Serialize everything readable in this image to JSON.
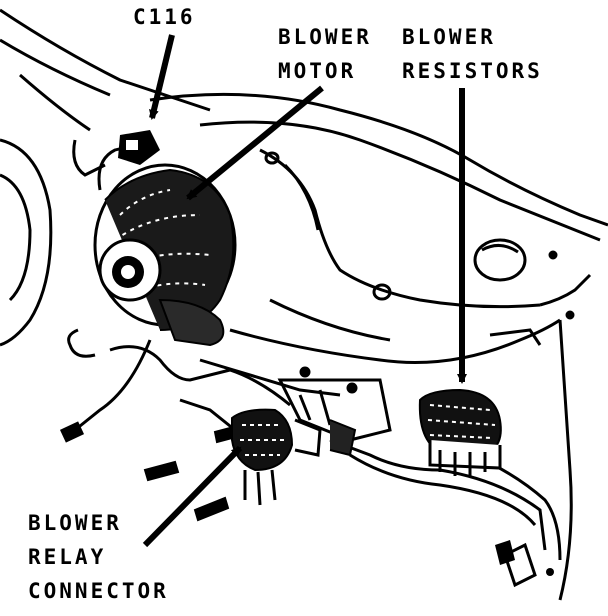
{
  "callouts": {
    "c116": {
      "lines": [
        "C116"
      ]
    },
    "blower_motor": {
      "lines": [
        "BLOWER",
        "MOTOR"
      ]
    },
    "blower_resistors": {
      "lines": [
        "BLOWER",
        "RESISTORS"
      ]
    },
    "blower_relay_connector": {
      "lines": [
        "BLOWER",
        "RELAY",
        "CONNECTOR"
      ]
    }
  },
  "colors": {
    "ink": "#000000",
    "paper": "#ffffff"
  }
}
